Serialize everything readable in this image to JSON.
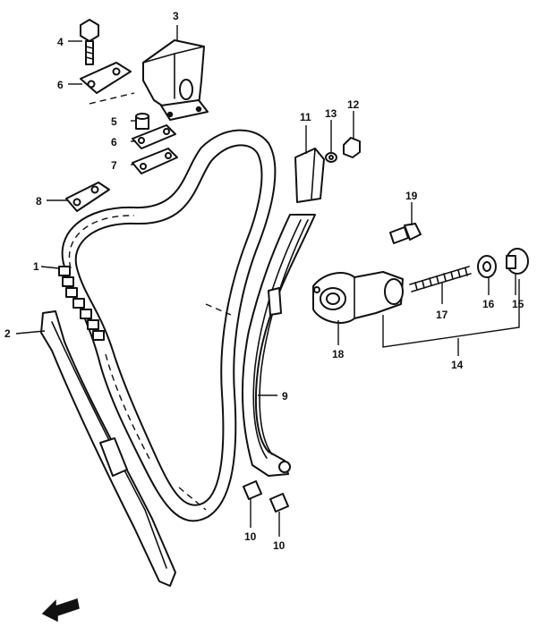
{
  "callouts": {
    "c1": "1",
    "c2": "2",
    "c3": "3",
    "c4": "4",
    "c5": "5",
    "c6a": "6",
    "c6b": "6",
    "c7": "7",
    "c8": "8",
    "c9": "9",
    "c10a": "10",
    "c10b": "10",
    "c11": "11",
    "c12": "12",
    "c13": "13",
    "c14": "14",
    "c15": "15",
    "c16": "16",
    "c17": "17",
    "c18": "18",
    "c19": "19"
  },
  "icons": {
    "front_arrow": "front-direction-arrow-icon"
  },
  "colors": {
    "line": "#111111",
    "background": "#ffffff"
  }
}
